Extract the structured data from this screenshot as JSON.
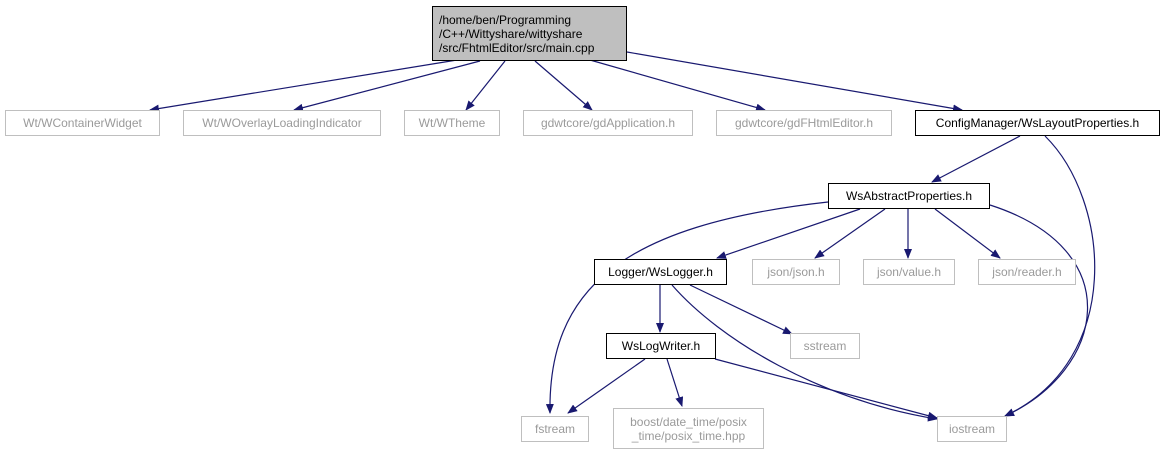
{
  "colors": {
    "edge": "#191970",
    "local_border": "#000000",
    "external_border": "#bfbfbf",
    "external_text": "#9a9a9a",
    "root_fill": "#bfbfbf"
  },
  "nodes": {
    "root": "/home/ben/Programming\n/C++/Wittyshare/wittyshare\n/src/FhtmlEditor/src/main.cpp",
    "wcontainerwidget": "Wt/WContainerWidget",
    "woverlayloadingindicator": "Wt/WOverlayLoadingIndicator",
    "wtheme": "Wt/WTheme",
    "gdapplication": "gdwtcore/gdApplication.h",
    "gdfhtmleditor": "gdwtcore/gdFHtmlEditor.h",
    "wslayoutproperties": "ConfigManager/WsLayoutProperties.h",
    "wsabstractproperties": "WsAbstractProperties.h",
    "wslogger": "Logger/WsLogger.h",
    "json_json": "json/json.h",
    "json_value": "json/value.h",
    "json_reader": "json/reader.h",
    "sstream": "sstream",
    "wslogwriter": "WsLogWriter.h",
    "fstream": "fstream",
    "posix_time": "boost/date_time/posix\n_time/posix_time.hpp",
    "iostream": "iostream"
  }
}
